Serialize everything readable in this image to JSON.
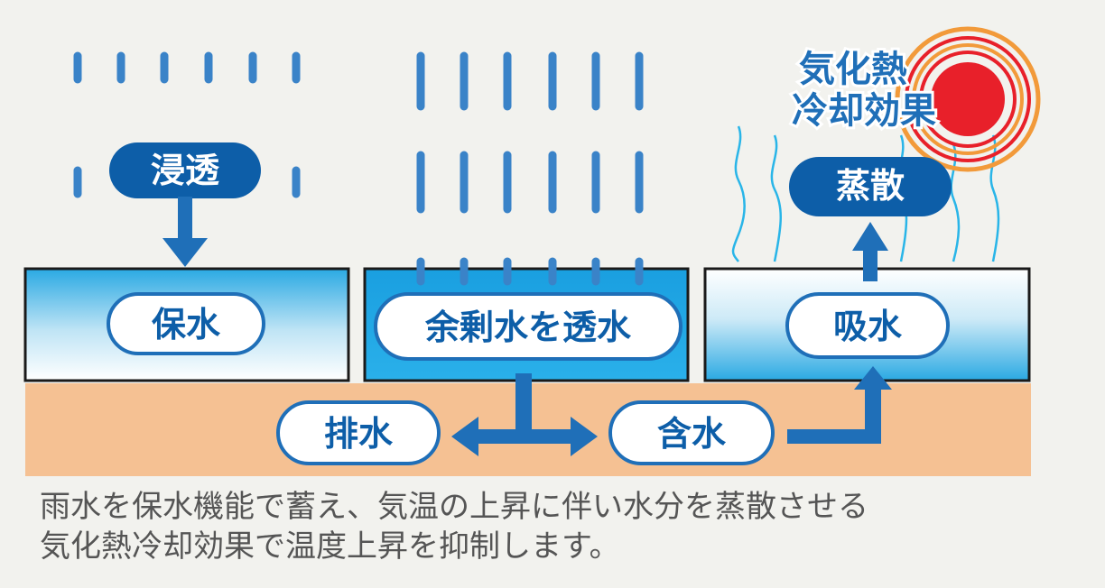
{
  "labels": {
    "infiltration": "浸透",
    "water_retention": "保水",
    "excess_permeation": "余剰水を透水",
    "absorption": "吸水",
    "evaporation": "蒸散",
    "drainage": "排水",
    "water_content": "含水",
    "heat_line1": "気化熱",
    "heat_line2": "冷却効果"
  },
  "caption": {
    "line1": "雨水を保水機能で蓄え、気温の上昇に伴い水分を蒸散させる",
    "line2": "気化熱冷却効果で温度上昇を抑制します。"
  },
  "colors": {
    "background": "#f2f2ee",
    "ground": "#f5c193",
    "rain": "#3a83c8",
    "primary_blue": "#0d5ea8",
    "sun_core": "#e8202a",
    "sun_ring_red": "#e8202a",
    "sun_ring_orange": "#f29a3a"
  }
}
